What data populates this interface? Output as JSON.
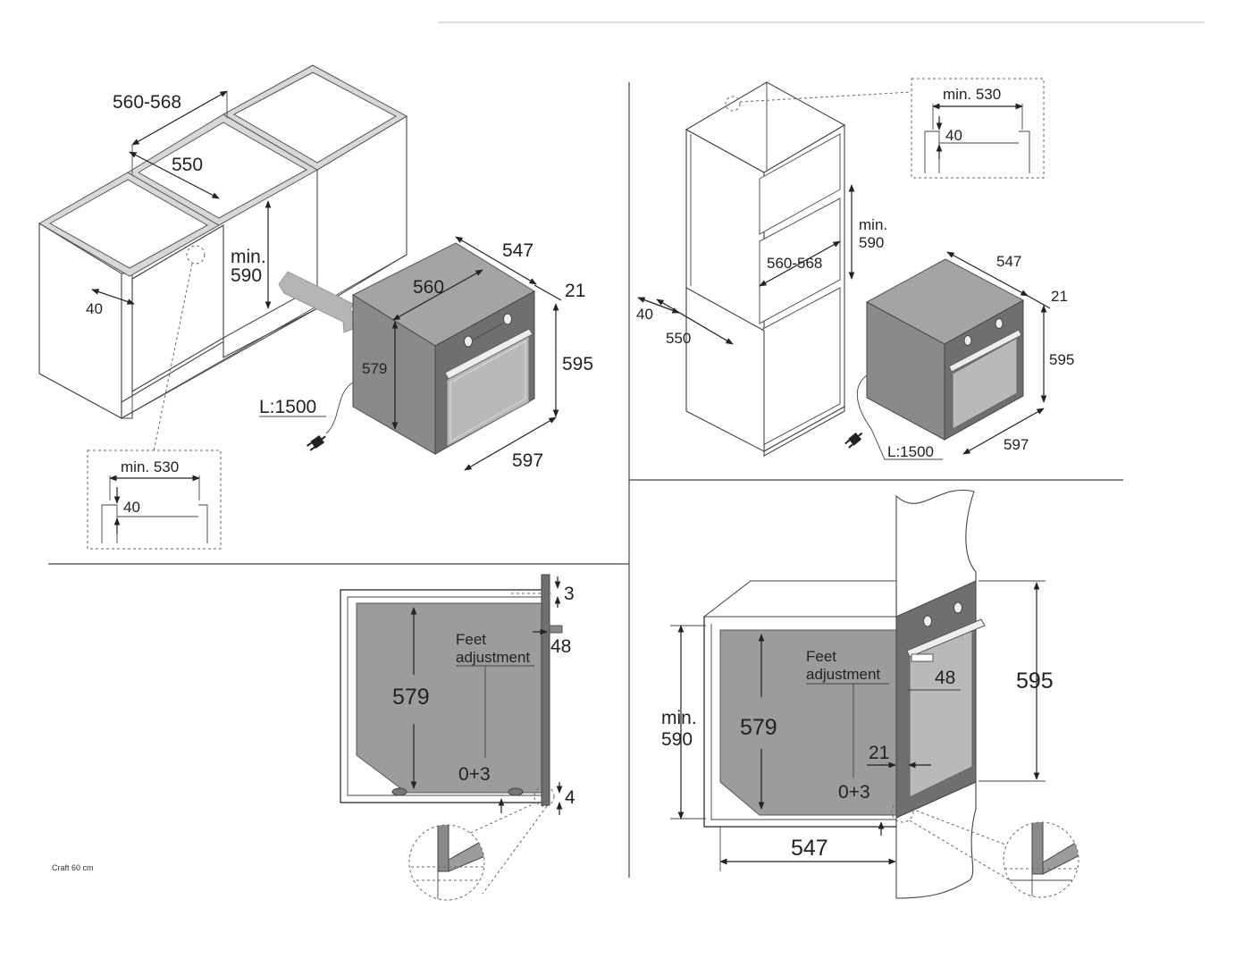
{
  "caption": "Craft 60 cm",
  "views": {
    "cabinet_under_counter": {
      "w_outer": "560-568",
      "w_inner": "550",
      "h_min": "min.",
      "h_min_val": "590",
      "depth_gap": "40",
      "oven_depth": "547",
      "oven_top_width": "560",
      "front_thickness": "21",
      "oven_height_body": "579",
      "oven_height": "595",
      "oven_width": "597",
      "cable": "L:1500",
      "detail_min": "min. 530",
      "detail_gap": "40"
    },
    "cabinet_tall": {
      "detail_min": "min. 530",
      "detail_gap": "40",
      "h_min": "min.",
      "h_min_val": "590",
      "w_outer": "560-568",
      "depth_gap": "40",
      "w_inner": "550",
      "oven_depth": "547",
      "front_thickness": "21",
      "oven_height": "595",
      "oven_width": "597",
      "cable": "L:1500"
    },
    "section_under": {
      "top_gap": "3",
      "front_offset": "48",
      "feet_line1": "Feet",
      "feet_line2": "adjustment",
      "body_height": "579",
      "feet_range": "0+3",
      "bottom_gap": "4"
    },
    "section_tall": {
      "feet_line1": "Feet",
      "feet_line2": "adjustment",
      "front_offset": "48",
      "oven_height": "595",
      "min_label": "min.",
      "min_val": "590",
      "body_height": "579",
      "front_thickness": "21",
      "feet_range": "0+3",
      "depth": "547"
    }
  }
}
